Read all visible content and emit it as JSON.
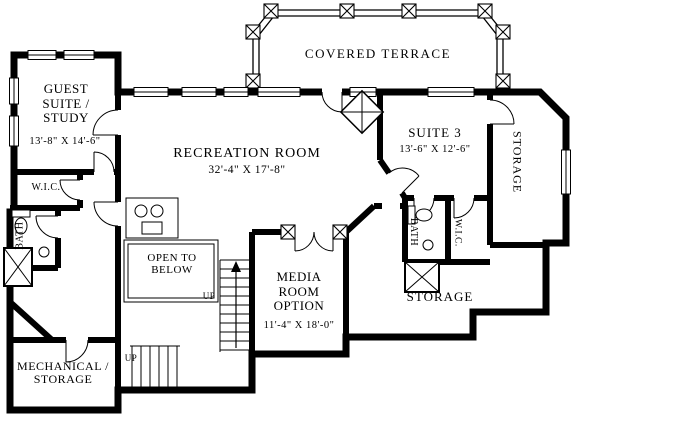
{
  "plan": {
    "rooms": {
      "covered_terrace": {
        "name": "COVERED TERRACE"
      },
      "guest_suite": {
        "name": "GUEST SUITE / STUDY",
        "dims": "13'-8\" X 14'-6\""
      },
      "wic_left": {
        "name": "W.I.C."
      },
      "bath_left": {
        "name": "BATH"
      },
      "recreation_room": {
        "name": "RECREATION ROOM",
        "dims": "32'-4\" X 17'-8\""
      },
      "suite_3": {
        "name": "SUITE 3",
        "dims": "13'-6\" X 12'-6\""
      },
      "storage_right": {
        "name": "STORAGE"
      },
      "bath_right": {
        "name": "BATH"
      },
      "wic_right": {
        "name": "W.I.C."
      },
      "open_to_below": {
        "name": "OPEN TO BELOW"
      },
      "media_room": {
        "name": "MEDIA ROOM OPTION",
        "dims": "11'-4\" X 18'-0\""
      },
      "storage_lower": {
        "name": "STORAGE"
      },
      "mechanical_storage": {
        "name": "MECHANICAL / STORAGE"
      }
    },
    "stairs": {
      "up_upper": "UP",
      "up_lower": "UP"
    },
    "colors": {
      "wall": "#000000",
      "background": "#ffffff"
    }
  }
}
